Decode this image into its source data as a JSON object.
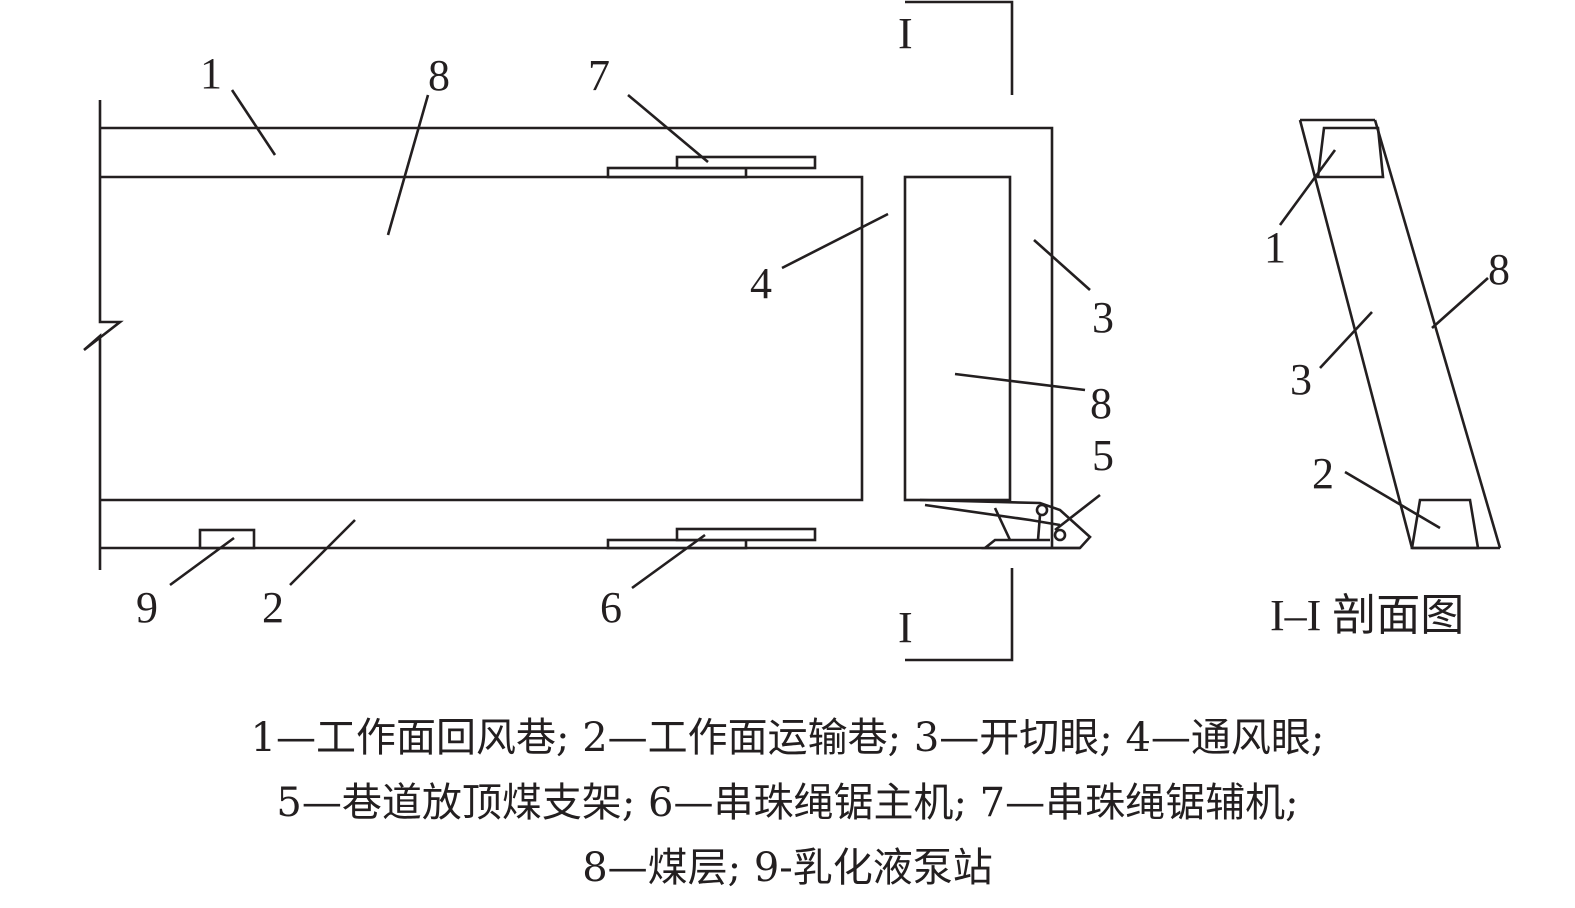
{
  "labels": {
    "l1": "1",
    "l8a": "8",
    "l7": "7",
    "l4": "4",
    "l3": "3",
    "l8b": "8",
    "l5": "5",
    "l9": "9",
    "l2": "2",
    "l6": "6",
    "sec_top": "I",
    "sec_bottom": "I",
    "s1": "1",
    "s8": "8",
    "s3": "3",
    "s2": "2"
  },
  "section_title": "I–I 剖面图",
  "caption": [
    "1—工作面回风巷; 2—工作面运输巷; 3—开切眼; 4—通风眼;",
    "5—巷道放顶煤支架; 6—串珠绳锯主机; 7—串珠绳锯辅机;",
    "8—煤层; 9-乳化液泵站"
  ]
}
